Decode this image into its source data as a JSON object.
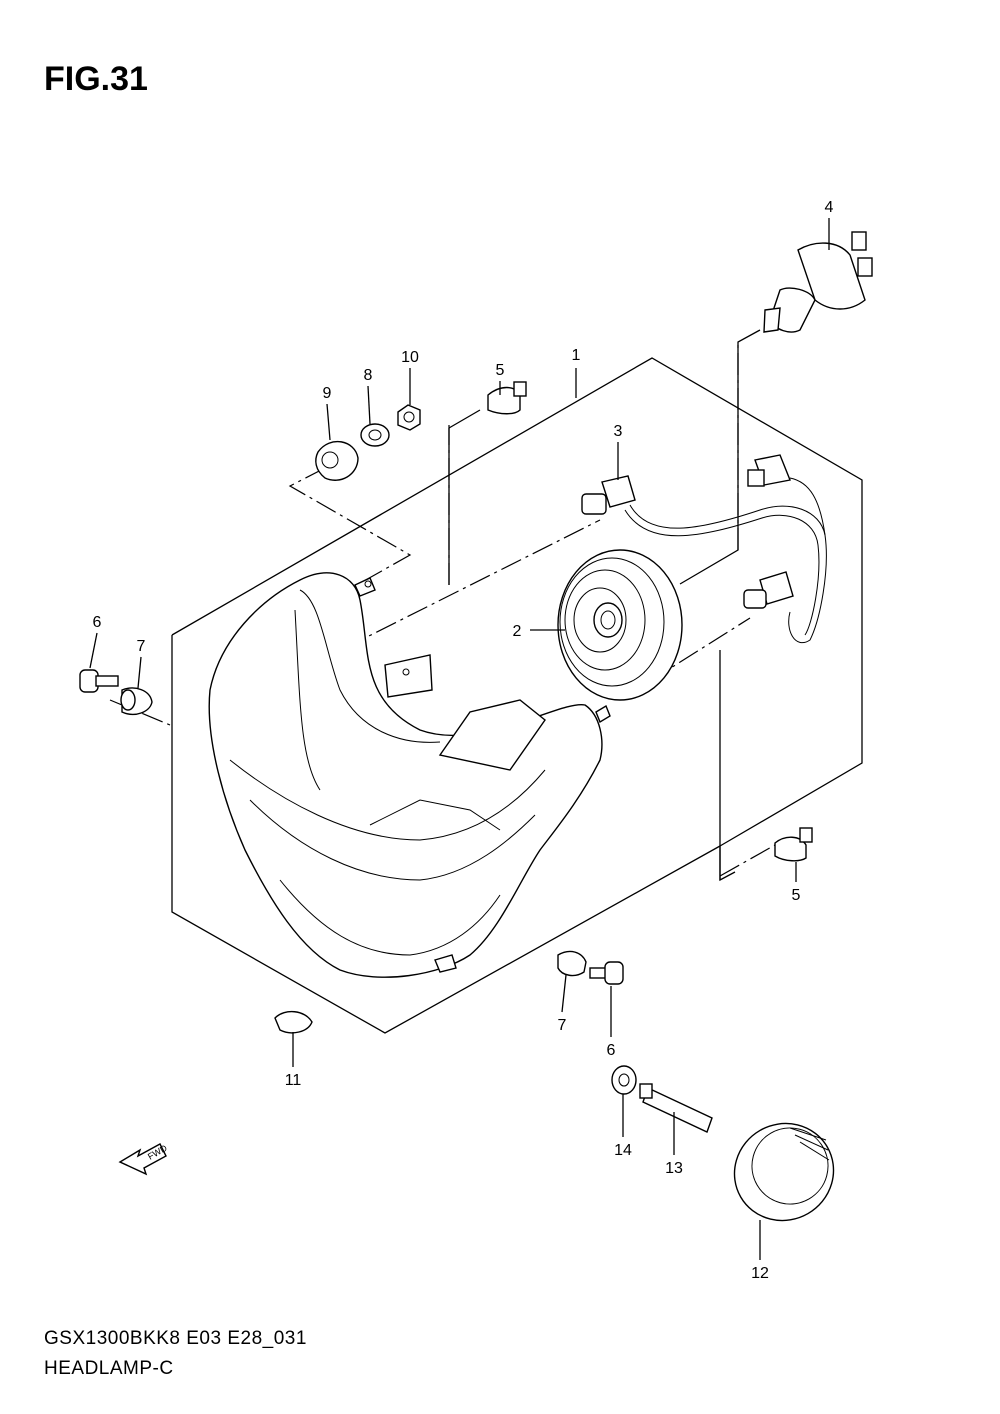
{
  "figure": {
    "title": "FIG.31",
    "model_code": "GSX1300BKK8 E03 E28_031",
    "section_name": "HEADLAMP-C"
  },
  "callouts": {
    "c1": "1",
    "c2": "2",
    "c3": "3",
    "c4": "4",
    "c5a": "5",
    "c5b": "5",
    "c6a": "6",
    "c6b": "6",
    "c7a": "7",
    "c7b": "7",
    "c8": "8",
    "c9": "9",
    "c10": "10",
    "c11": "11",
    "c12": "12",
    "c13": "13",
    "c14": "14"
  },
  "direction_arrow": {
    "label": "FWD",
    "icon": "fwd-arrow-icon"
  }
}
